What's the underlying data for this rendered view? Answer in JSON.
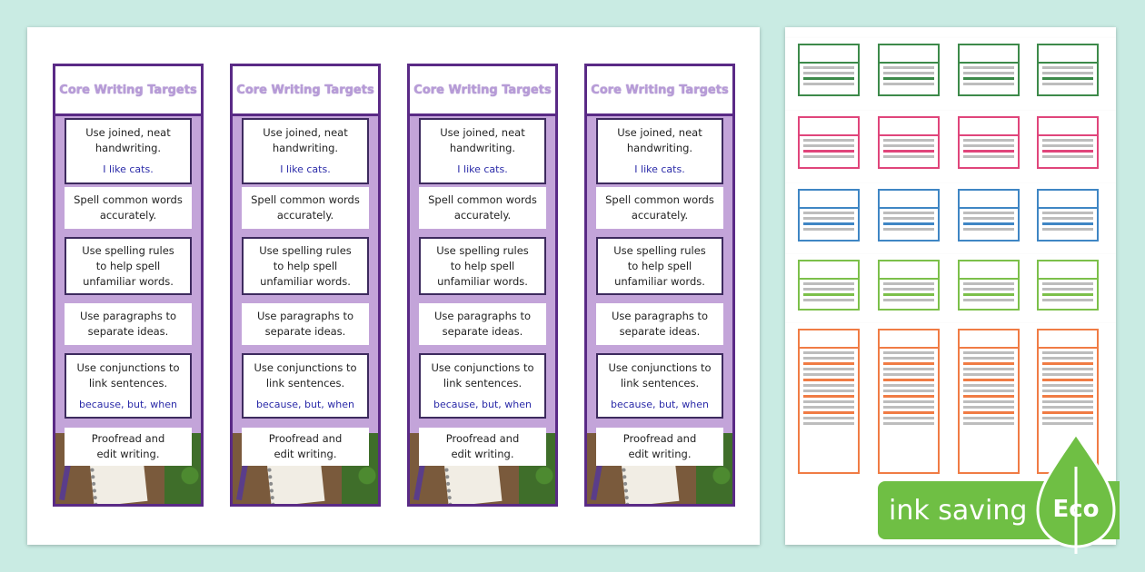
{
  "bookmark": {
    "title": "Core Writing Targets",
    "targets": [
      {
        "text_line1": "Use joined, neat",
        "text_line2": "handwriting.",
        "text_line3": "",
        "example": "I like cats."
      },
      {
        "text_line1": "Spell common words",
        "text_line2": "accurately.",
        "text_line3": "",
        "example": ""
      },
      {
        "text_line1": "Use spelling rules",
        "text_line2": "to help spell",
        "text_line3": "unfamiliar words.",
        "example": ""
      },
      {
        "text_line1": "Use paragraphs to",
        "text_line2": "separate ideas.",
        "text_line3": "",
        "example": ""
      },
      {
        "text_line1": "Use conjunctions to",
        "text_line2": "link sentences.",
        "text_line3": "",
        "example": "because, but, when"
      },
      {
        "text_line1": "Proofread and",
        "text_line2": "edit writing.",
        "text_line3": "",
        "example": ""
      }
    ]
  },
  "thumbnail_colors": [
    "#3d8a4a",
    "#e0457b",
    "#3f86c4",
    "#7cc04a",
    "#f07c45"
  ],
  "eco_badge": {
    "label": "ink saving",
    "leaf_label": "Eco",
    "color": "#6fbf44"
  }
}
